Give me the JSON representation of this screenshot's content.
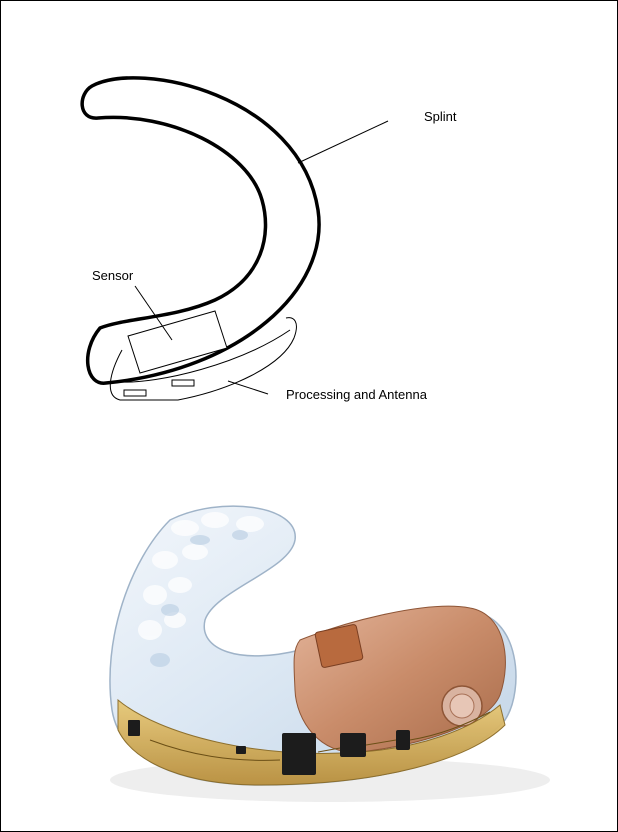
{
  "labels": {
    "splint": "Splint",
    "sensor": "Sensor",
    "processing_antenna": "Processing and Antenna"
  },
  "colors": {
    "border": "#000000",
    "line": "#000000",
    "acrylic": "#dfe9f4",
    "acrylic_shadow": "#b9cce0",
    "copper": "#c98c6a",
    "copper_dark": "#a35f3c",
    "circuit_board": "#d8b35a",
    "chip": "#1c1c1c"
  }
}
